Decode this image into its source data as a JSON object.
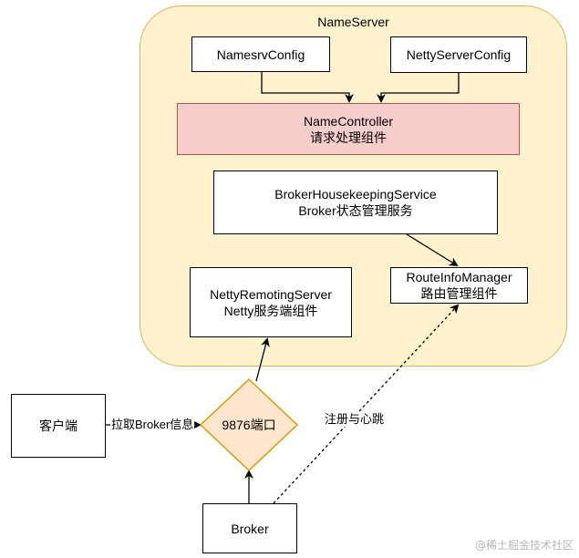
{
  "nameserver": {
    "title": "NameServer",
    "namesrv_config": "NamesrvConfig",
    "netty_server_config": "NettyServerConfig",
    "name_controller": {
      "line1": "NameController",
      "line2": "请求处理组件"
    },
    "broker_housekeeping": {
      "line1": "BrokerHousekeepingService",
      "line2": "Broker状态管理服务"
    },
    "netty_remoting_server": {
      "line1": "NettyRemotingServer",
      "line2": "Netty服务端组件"
    },
    "route_info_manager": {
      "line1": "RouteInfoManager",
      "line2": "路由管理组件"
    }
  },
  "port": {
    "label": "9876端口"
  },
  "client": {
    "label": "客户端"
  },
  "broker": {
    "label": "Broker"
  },
  "edges": {
    "pull_broker_info": "拉取Broker信息",
    "register_heartbeat": "注册与心跳"
  },
  "watermark": "@稀土掘金技术社区",
  "colors": {
    "region_fill": "#fff2cc",
    "region_stroke": "#d6b656",
    "controller_fill": "#f8cecc",
    "controller_stroke": "#b85450",
    "port_fill": "#ffe6cc",
    "port_stroke": "#d79b00"
  }
}
